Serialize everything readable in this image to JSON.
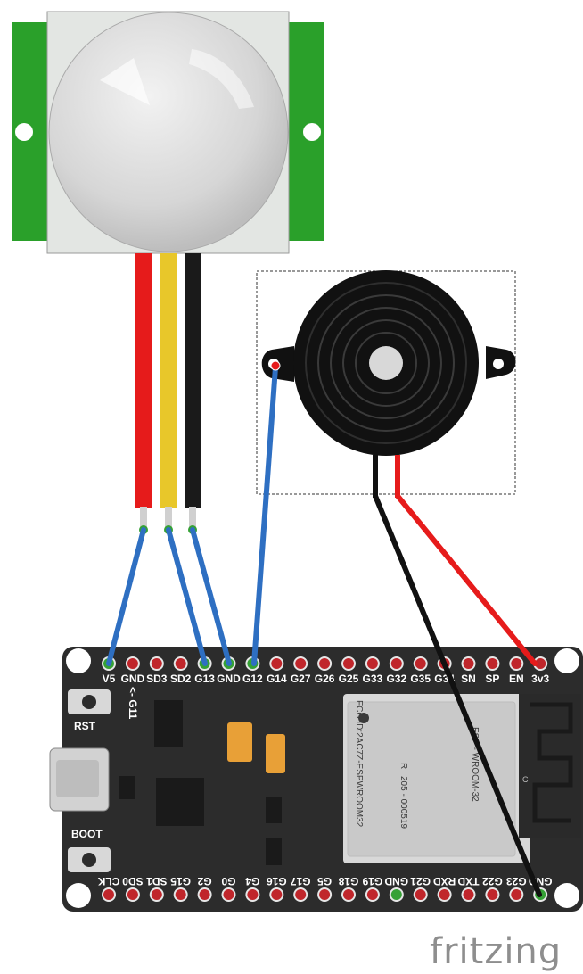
{
  "board": {
    "top_pins": [
      "V5",
      "GND",
      "SD3",
      "SD2",
      "G13",
      "GND",
      "G12",
      "G14",
      "G27",
      "G26",
      "G25",
      "G33",
      "G32",
      "G35",
      "G34",
      "SN",
      "SP",
      "EN",
      "3v3"
    ],
    "bottom_pins": [
      "CLK",
      "SD0",
      "SD1",
      "G15",
      "G2",
      "G0",
      "G4",
      "G16",
      "G17",
      "G5",
      "G18",
      "G19",
      "GND",
      "G21",
      "RXD",
      "TXD",
      "G22",
      "G23",
      "GND"
    ],
    "rst_label": "RST",
    "boot_label": "BOOT",
    "g11_label": "<- G11"
  },
  "module": {
    "fcc": "FCC ID:2AC7Z-ESPWROOM32",
    "code": "205 - 000519",
    "name": "ESP - WROOM-32",
    "r": "R",
    "c": "C"
  },
  "watermark": "fritzing",
  "colors": {
    "wire_blue": "#2e6fc2",
    "wire_red": "#e61b1b",
    "wire_yellow": "#e8c72a",
    "wire_black": "#111111",
    "pcb_green": "#2aa02a",
    "board": "#2c2c2c",
    "pin_red": "#c0262b",
    "pin_green": "#35a135"
  }
}
